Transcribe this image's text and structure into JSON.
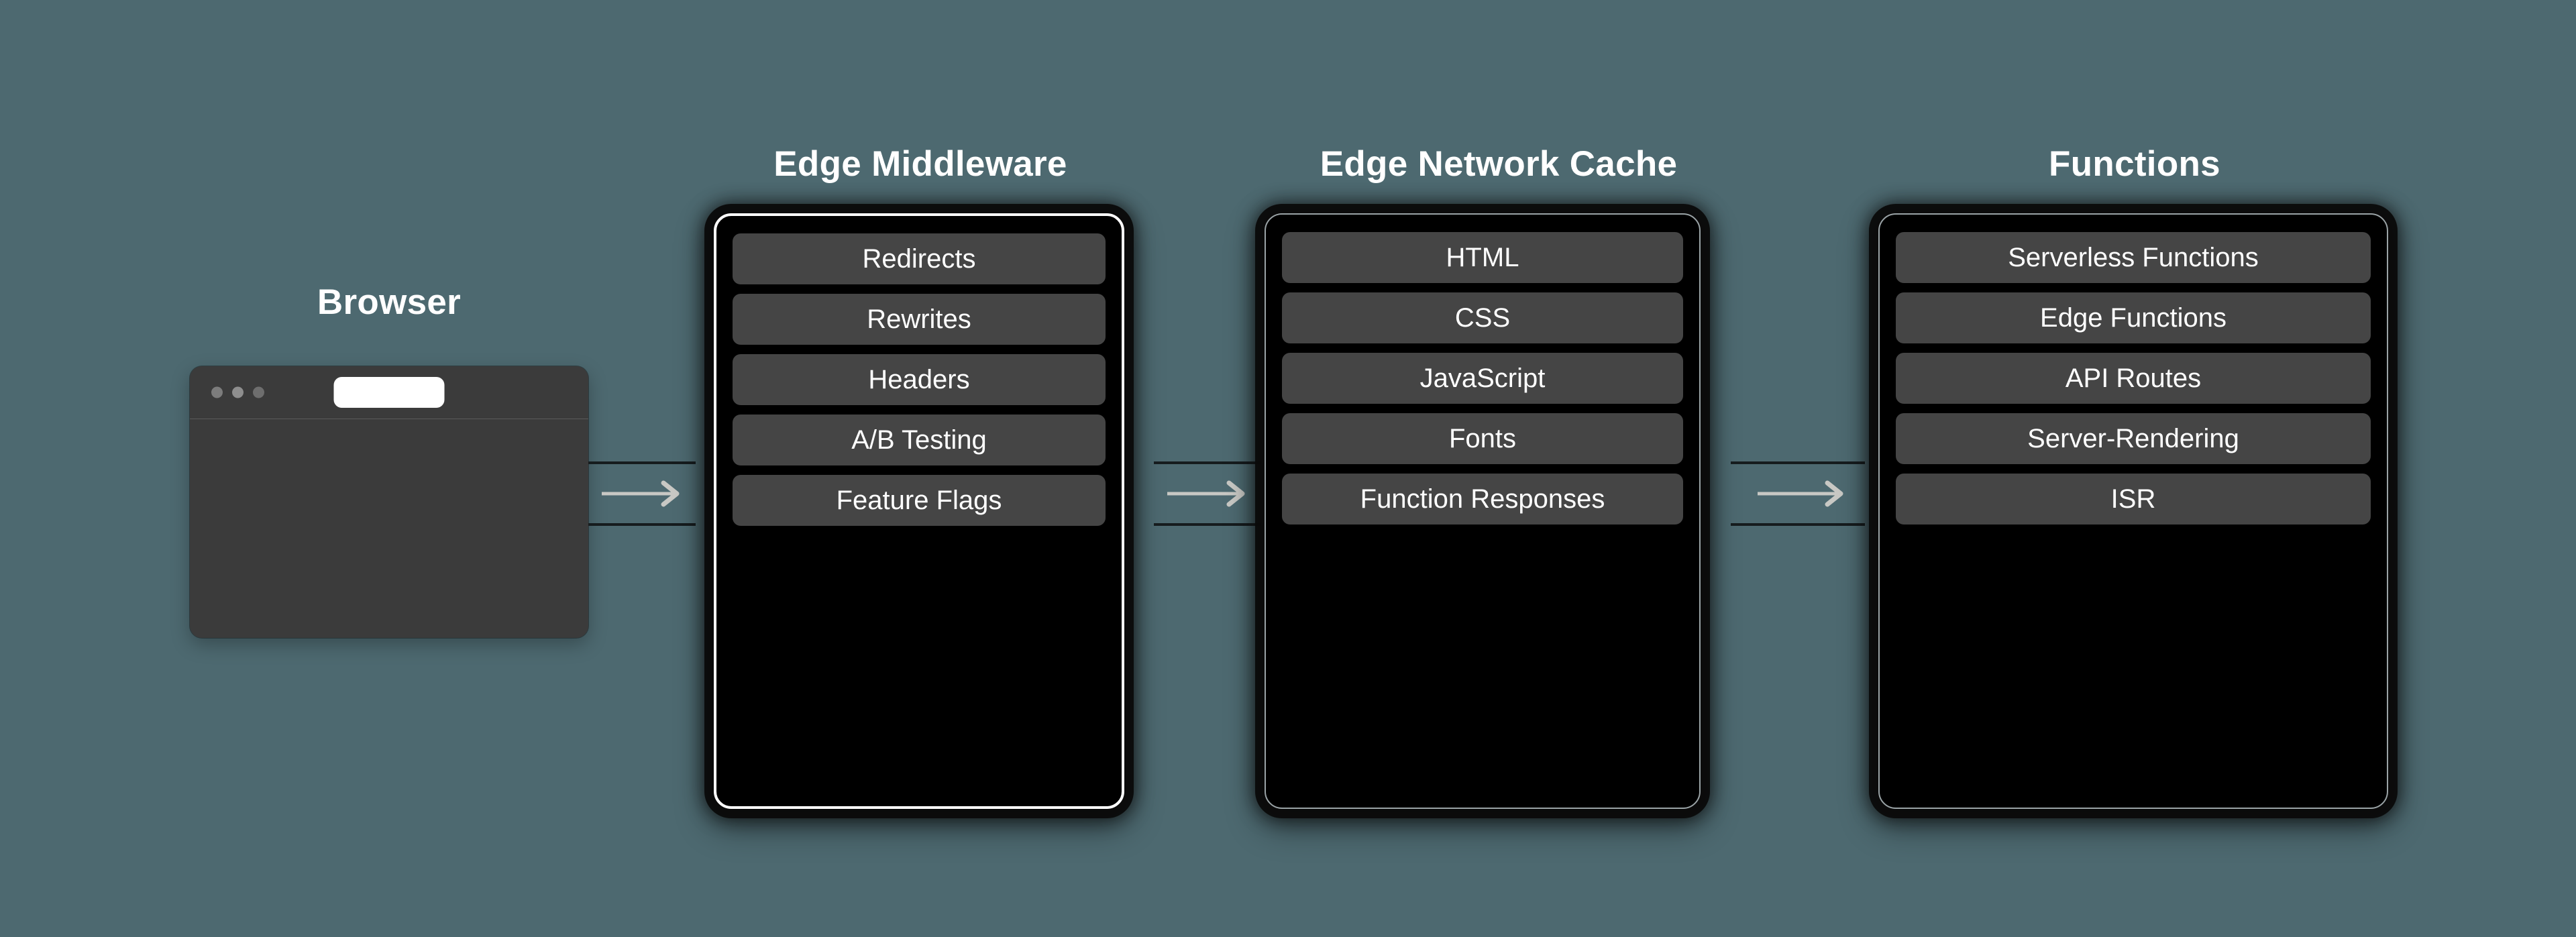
{
  "background_color": "#4d6970",
  "accent_color": "#ffffff",
  "pill_color": "#454545",
  "card_color": "#000000",
  "browser": {
    "title": "Browser",
    "url_value": "",
    "url_placeholder": "",
    "traffic_lights": [
      "close-dot",
      "minimize-dot",
      "maximize-dot"
    ]
  },
  "arrows": [
    {
      "name": "arrow-browser-to-middleware",
      "glyph": "→"
    },
    {
      "name": "arrow-middleware-to-cache",
      "glyph": "→"
    },
    {
      "name": "arrow-cache-to-functions",
      "glyph": "→"
    }
  ],
  "stacks": [
    {
      "id": "edge-middleware",
      "title": "Edge Middleware",
      "highlighted": true,
      "items": [
        "Redirects",
        "Rewrites",
        "Headers",
        "A/B Testing",
        "Feature Flags"
      ]
    },
    {
      "id": "edge-network-cache",
      "title": "Edge Network Cache",
      "highlighted": false,
      "items": [
        "HTML",
        "CSS",
        "JavaScript",
        "Fonts",
        "Function Responses"
      ]
    },
    {
      "id": "functions",
      "title": "Functions",
      "highlighted": false,
      "items": [
        "Serverless Functions",
        "Edge Functions",
        "API Routes",
        "Server-Rendering",
        "ISR"
      ]
    }
  ]
}
